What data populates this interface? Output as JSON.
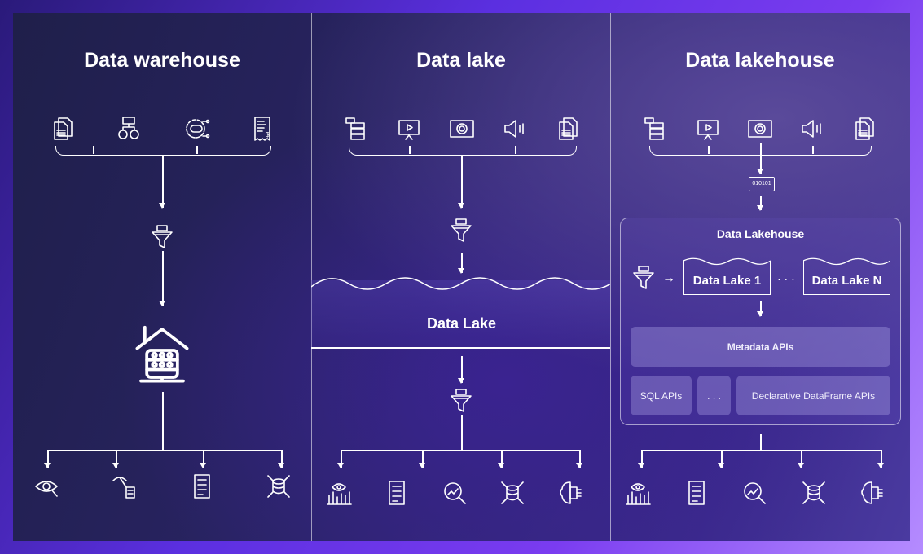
{
  "columns": [
    {
      "title": "Data warehouse",
      "sources": [
        "documents-icon",
        "crm-icon",
        "erp-icon",
        "invoice-icon"
      ],
      "outputs": [
        "analytics-eye-icon",
        "data-mining-icon",
        "report-list-icon",
        "ai-database-icon"
      ]
    },
    {
      "title": "Data lake",
      "lake_label": "Data Lake",
      "sources": [
        "server-icon",
        "video-icon",
        "camera-icon",
        "audio-icon",
        "documents-icon"
      ],
      "outputs": [
        "dashboard-icon",
        "report-list-icon",
        "search-chart-icon",
        "ai-database-icon",
        "brain-chip-icon"
      ]
    },
    {
      "title": "Data lakehouse",
      "sources": [
        "server-icon",
        "video-icon",
        "camera-icon",
        "audio-icon",
        "documents-icon"
      ],
      "outputs": [
        "dashboard-icon",
        "report-list-icon",
        "search-chart-icon",
        "ai-database-icon",
        "brain-chip-icon"
      ],
      "lakehouse": {
        "title": "Data Lakehouse",
        "lake1": "Data Lake 1",
        "lake_dots": "· · ·",
        "lakeN": "Data Lake N",
        "metadata": "Metadata APIs",
        "sql": "SQL APIs",
        "api_dots": ". . .",
        "dataframe": "Declarative DataFrame APIs"
      }
    }
  ],
  "labels": {
    "binary": "010101"
  }
}
